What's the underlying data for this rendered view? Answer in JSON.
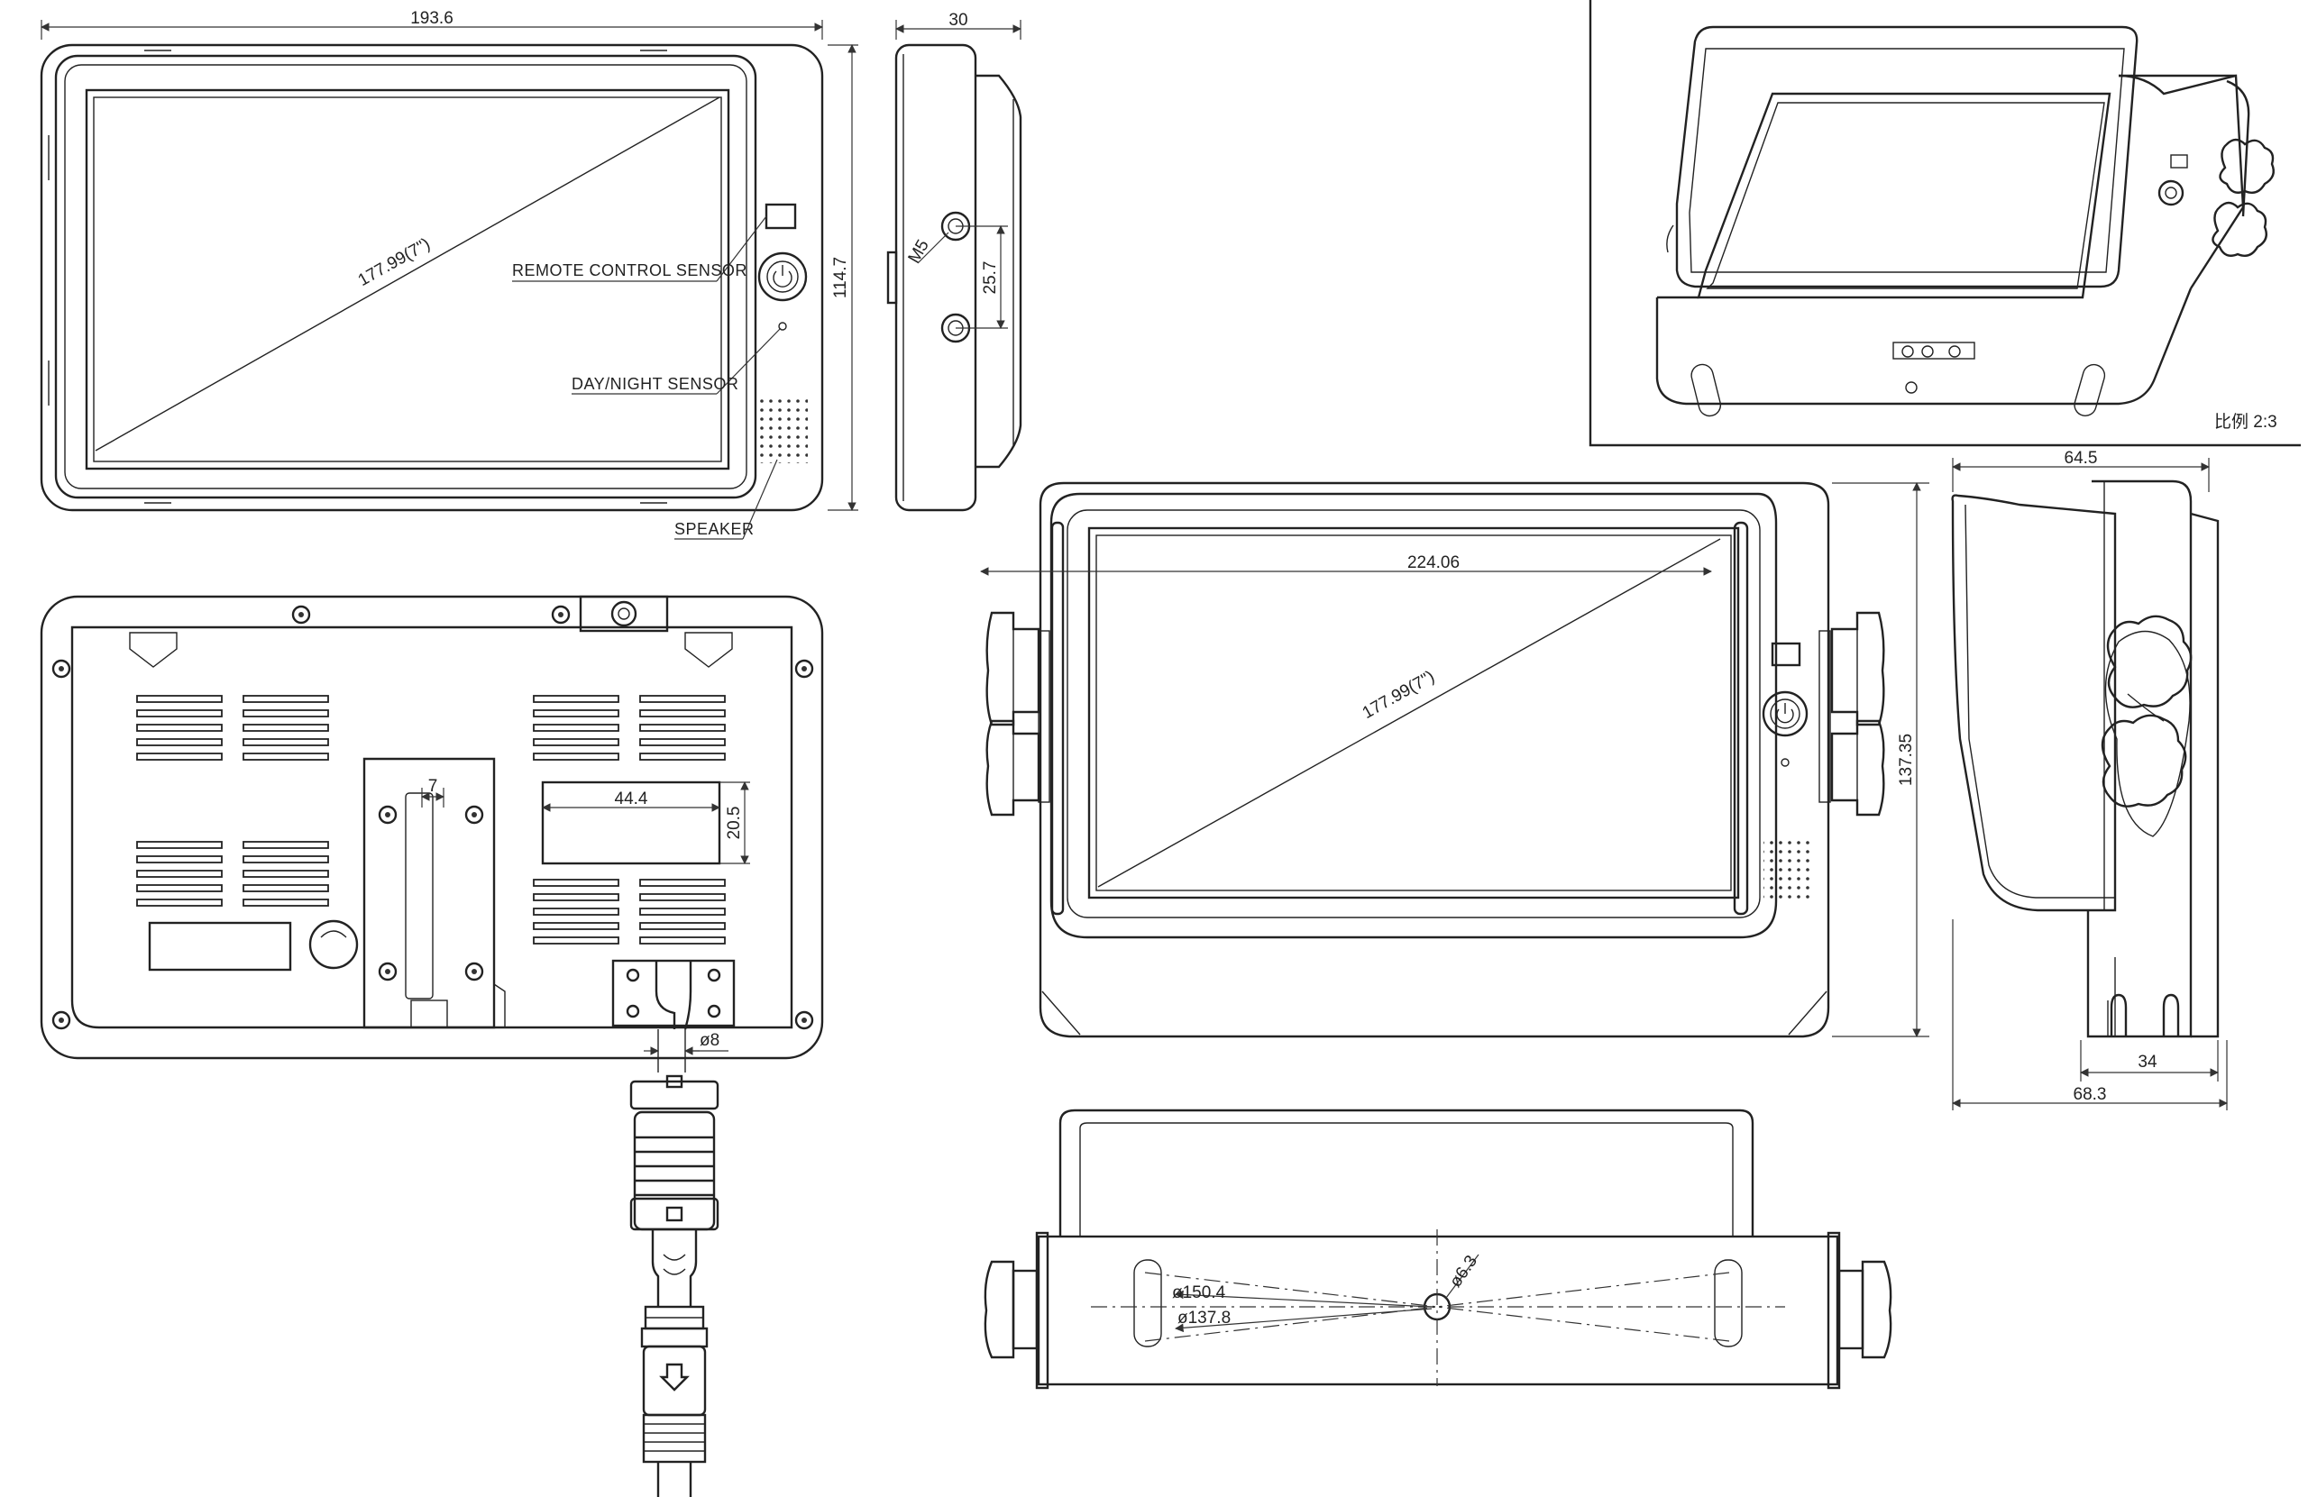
{
  "dimensions": {
    "front_width": "193.6",
    "front_diagonal": "177.99(7\")",
    "front_height": "114.7",
    "side_depth": "30",
    "side_port_pitch": "25.7",
    "side_thread": "M5",
    "rear_slot_width": "7",
    "rear_label_width": "44.4",
    "rear_label_height": "20.5",
    "rear_cable_diameter": "ø8",
    "bracket_front_width": "224.06",
    "bracket_front_diagonal": "177.99(7\")",
    "bracket_front_height": "137.35",
    "bracket_side_top": "64.5",
    "bracket_side_base": "34",
    "bracket_side_depth": "68.3",
    "bottom_hole": "ø6.3",
    "bottom_pcd_outer": "ø150.4",
    "bottom_pcd_inner": "ø137.8"
  },
  "callouts": {
    "remote_sensor": "REMOTE CONTROL SENSOR",
    "day_night_sensor": "DAY/NIGHT SENSOR",
    "speaker": "SPEAKER"
  },
  "scale_note": "比例 2:3"
}
